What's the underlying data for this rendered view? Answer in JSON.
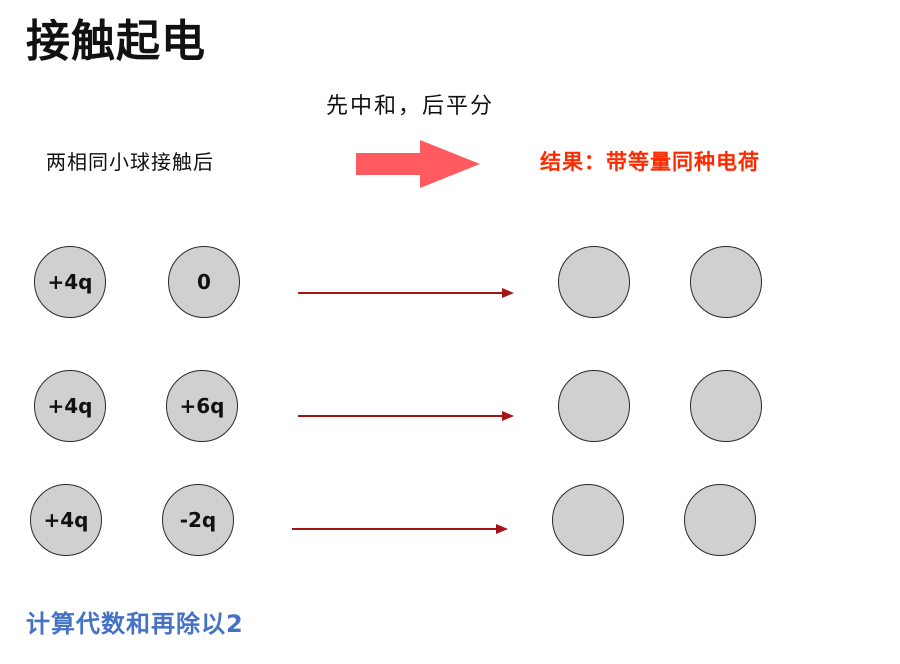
{
  "title": "接触起电",
  "process_note": "先中和，后平分",
  "before_label": "两相同小球接触后",
  "result_label": "结果：带等量同种电荷",
  "footer": "计算代数和再除以2",
  "colors": {
    "result_text": "#ff2a00",
    "footer_text": "#4472c4",
    "big_arrow": "#ff5a5f",
    "row_arrow": "#a31515",
    "ball_fill": "#d0d0d0"
  },
  "rows": [
    {
      "ball_a": "+4q",
      "ball_b": "0",
      "result_a": "",
      "result_b": ""
    },
    {
      "ball_a": "+4q",
      "ball_b": "+6q",
      "result_a": "",
      "result_b": ""
    },
    {
      "ball_a": "+4q",
      "ball_b": "-2q",
      "result_a": "",
      "result_b": ""
    }
  ]
}
